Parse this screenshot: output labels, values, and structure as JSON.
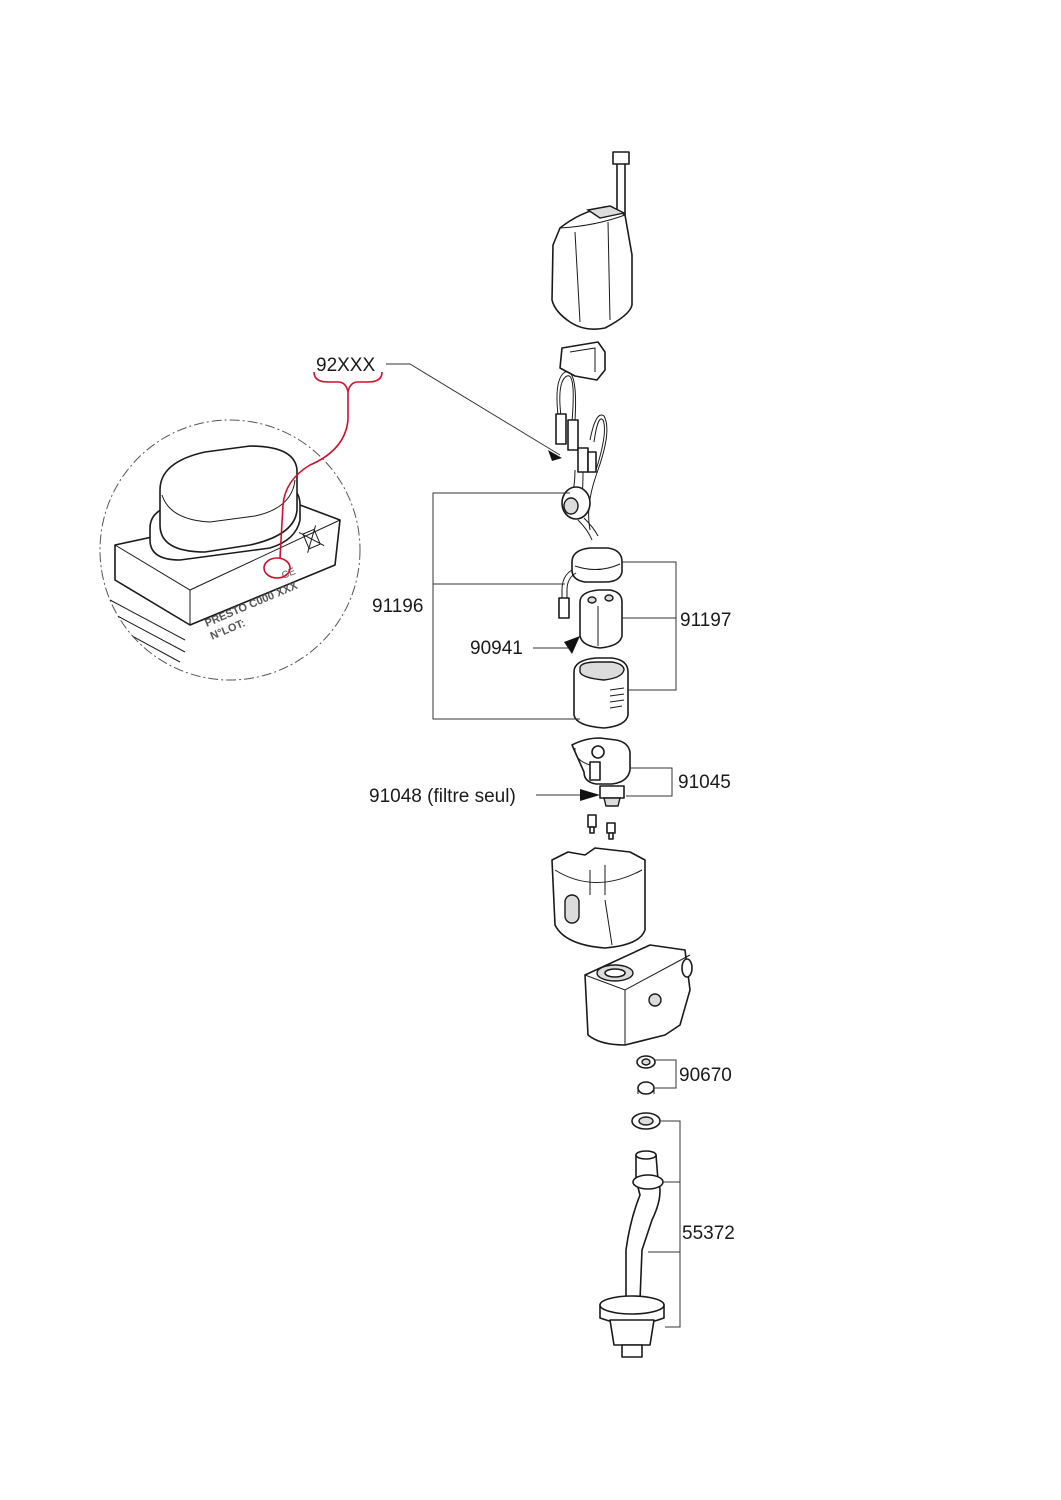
{
  "labels": {
    "ref_92xxx": "92XXX",
    "ref_91196": "91196",
    "ref_91197": "91197",
    "ref_90941": "90941",
    "ref_91045": "91045",
    "ref_91048": "91048 (filtre seul)",
    "ref_90670": "90670",
    "ref_55372": "55372"
  },
  "detail_text": {
    "line1": "PRESTO C000 XXX",
    "line2": "N°LOT:",
    "ce_mark": "CE"
  },
  "colors": {
    "line": "#1a1a1a",
    "highlight": "#d0102a",
    "shade": "#dcdcdc"
  },
  "icons": {
    "weee": "crossed-bin-icon"
  }
}
